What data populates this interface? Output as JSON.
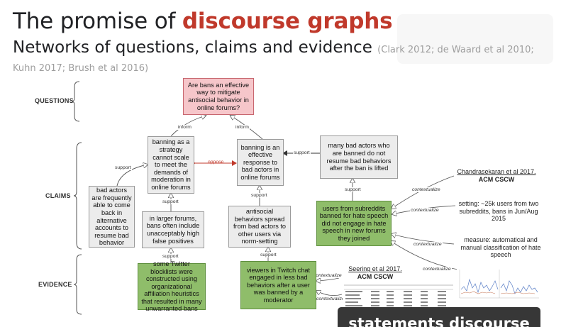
{
  "slide": {
    "title_prefix": "The promise of ",
    "title_accent": "discourse graphs",
    "subtitle_main": "Networks of questions, claims and evidence ",
    "subtitle_citation": "(Clark 2012; de Waard et al 2010; Kuhn 2017; Brush et al 2016)"
  },
  "row_labels": {
    "questions": "QUESTIONS",
    "claims": "CLAIMS",
    "evidence": "EVIDENCE"
  },
  "nodes": {
    "question": "Are bans an effective way to mitigate antisocial behavior in online forums?",
    "claim_cannot_scale": "banning as a strategy cannot scale to meet the demands of moderation in online forums",
    "claim_effective": "banning is an effective response to bad actors in online forums",
    "claim_no_resume": "many bad actors who are banned do not resume bad behaviors after the ban is lifted",
    "claim_come_back": "bad actors are frequently able to come back in alternative accounts to resume bad behavior",
    "claim_false_positives": "in larger forums, bans often include unacceptably high false positives",
    "claim_norm_setting": "antisocial behaviors spread from bad actors to other users via norm-setting",
    "evidence_subreddits": "users from subreddits banned for hate speech did not engage in hate speech in new forums they joined",
    "evidence_blocklists": "some Twitter blocklists were constructed using organizational affiliation heuristics that resulted in many unwarranted bans",
    "evidence_twitch": "viewers in Twitch chat engaged in less bad behaviors after a user was banned by a moderator"
  },
  "edge_labels": {
    "inform_left": "inform",
    "inform_right": "inform",
    "oppose": "oppose",
    "support_come_back": "support",
    "support_false_pos": "support",
    "support_blocklists": "support",
    "support_no_resume": "support",
    "support_norm": "support",
    "support_twitch": "support",
    "support_subreddits": "support",
    "contextualize_1": "contextualize",
    "contextualize_2": "contextualize",
    "contextualize_3": "contextualize",
    "contextualize_4": "contextualize",
    "contextualize_5": "contextualize",
    "contextualize_6": "contextualize"
  },
  "notes": {
    "chandrasekaran_name": "Chandrasekaran et al 2017.",
    "chandrasekaran_venue": "ACM CSCW",
    "setting": "setting: ~25k users from two subreddits, bans in Jun/Aug 2015",
    "measure": "measure: automatical and manual classification of hate speech",
    "seering_name": "Seering et al 2017.",
    "seering_venue": "ACM CSCW"
  },
  "caption": "statements discourse",
  "colors": {
    "accent": "#c0392b",
    "question_fill": "#f6c6ca",
    "claim_fill": "#ececec",
    "evidence_fill": "#8fbd6a",
    "oppose_edge": "#c0392b"
  }
}
